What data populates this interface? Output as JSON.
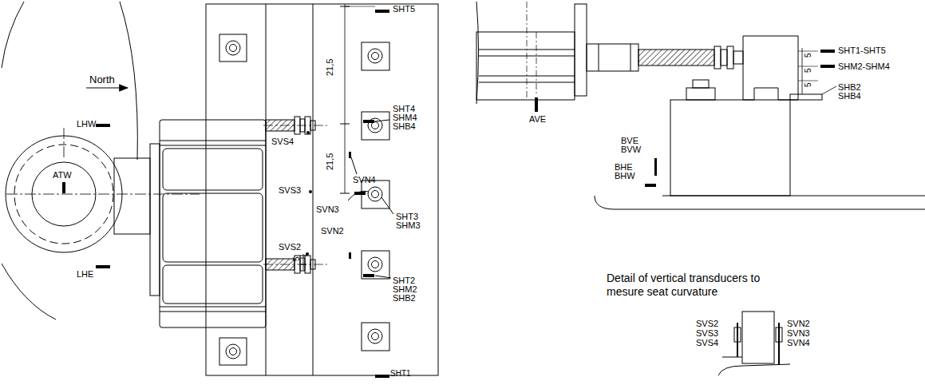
{
  "diagram": {
    "labels": [
      "North",
      "LHW",
      "ATW",
      "LHE",
      "SHT5",
      "21,5",
      "SHT4",
      "SHM4",
      "SHB4",
      "SVS4",
      "SVN4",
      "21,5",
      "SVS3",
      "SVN3",
      "SHT3",
      "SHM3",
      "SVN2",
      "SVS2",
      "5",
      "SHT2",
      "SHM2",
      "SHB2",
      "SHT1",
      "AVE",
      "SHT1-SHT5",
      "5",
      "5",
      "5",
      "SHM2-SHM4",
      "SHB2",
      "SHB4",
      "BVE",
      "BVW",
      "BHE",
      "BHW",
      "Detail of vertical transducers to mesure seat curvature",
      "SVS2",
      "SVS3",
      "SVS4",
      "SVN2",
      "SVN3",
      "SVN4"
    ]
  }
}
